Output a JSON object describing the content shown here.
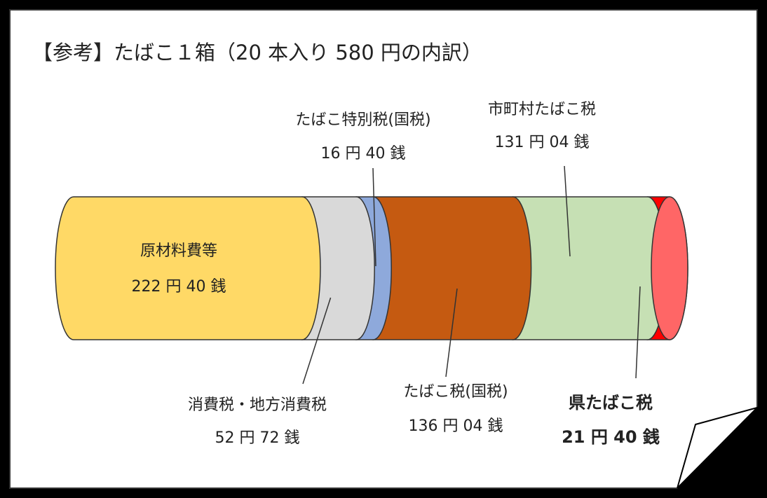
{
  "chart_data": {
    "type": "bar",
    "title": "【参考】たばこ１箱（20 本入り 580 円の内訳）",
    "total": 580,
    "unit": "円",
    "segments": [
      {
        "name": "原材料費等",
        "label_value": "222 円 40 銭",
        "value": 222.4,
        "color": "#FFD966"
      },
      {
        "name": "消費税・地方消費税",
        "label_value": "52 円 72 銭",
        "value": 52.72,
        "color": "#D9D9D9"
      },
      {
        "name": "たばこ特別税(国税)",
        "label_value": "16 円 40 銭",
        "value": 16.4,
        "color": "#8EA9DB"
      },
      {
        "name": "たばこ税(国税)",
        "label_value": "136 円 04 銭",
        "value": 136.04,
        "color": "#C55A11"
      },
      {
        "name": "市町村たばこ税",
        "label_value": "131 円 04 銭",
        "value": 131.04,
        "color": "#C6E0B4"
      },
      {
        "name": "県たばこ税",
        "label_value": "21 円 40 銭",
        "value": 21.4,
        "color": "#FF0000",
        "highlight": true
      }
    ],
    "end_cap_color": "#FF6666"
  }
}
